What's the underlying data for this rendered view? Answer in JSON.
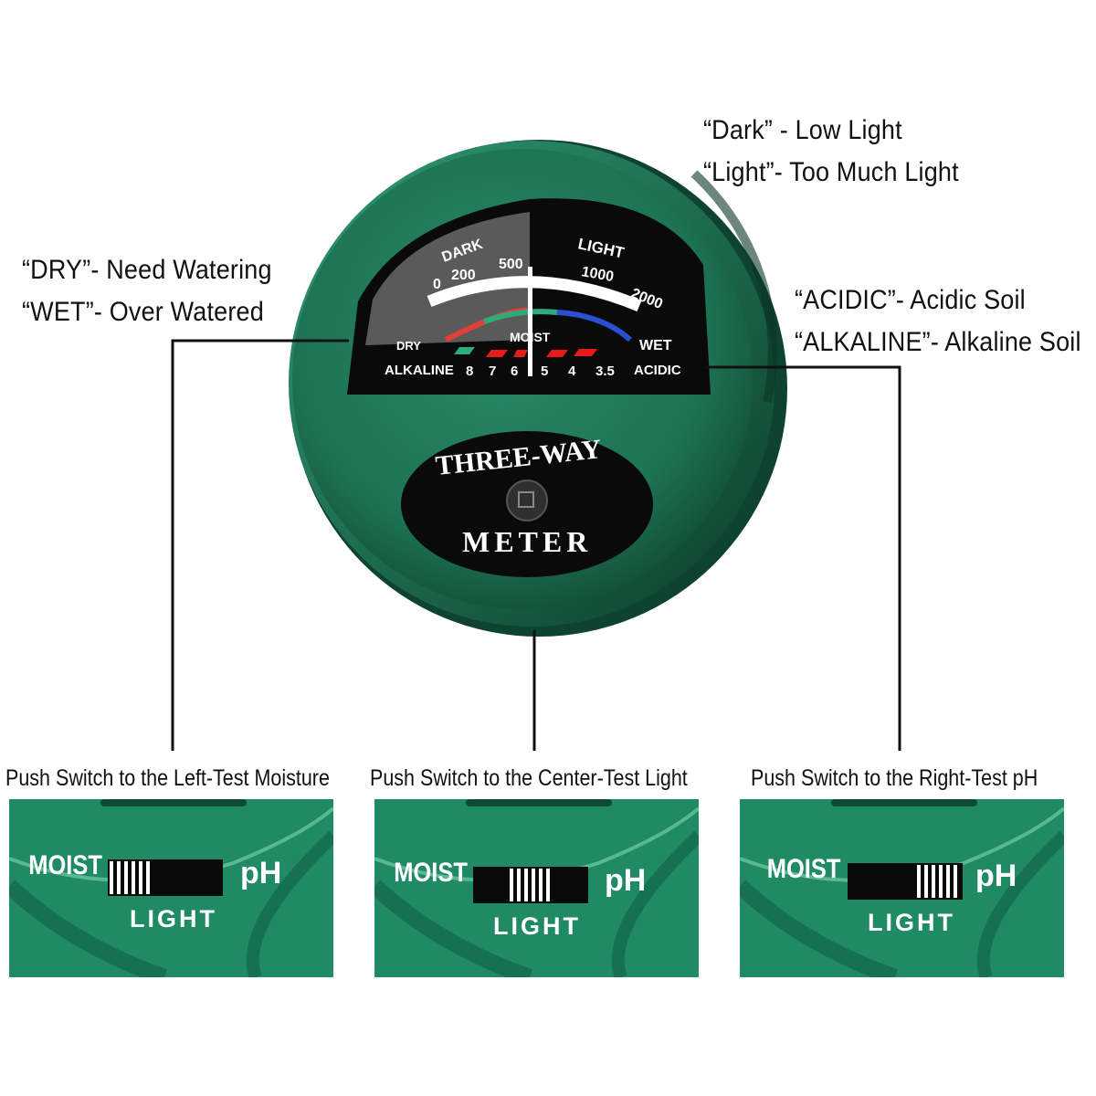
{
  "colors": {
    "body_green": "#1e7a5a",
    "dark_green": "#0f4a34",
    "dial_black": "#0a0a0a",
    "dial_gray": "#5a5a5a",
    "moist_red": "#e0403a",
    "moist_green": "#2faa7a",
    "moist_blue": "#2a4fd0",
    "ph_red": "#e81a1a"
  },
  "callouts": {
    "light_dark": "“Dark” - Low Light",
    "light_light": "“Light”- Too Much Light",
    "moist_dry": "“DRY”- Need Watering",
    "moist_wet": "“WET”- Over Watered",
    "ph_acidic": "“ACIDIC”- Acidic Soil",
    "ph_alkaline": "“ALKALINE”- Alkaline Soil"
  },
  "dial": {
    "dark": "DARK",
    "light": "LIGHT",
    "light_ticks": [
      "0",
      "200",
      "500",
      "1000",
      "2000"
    ],
    "dry": "DRY",
    "moist": "MOIST",
    "wet": "WET",
    "alkaline": "ALKALINE",
    "acidic": "ACIDIC",
    "ph_ticks": [
      "8",
      "7",
      "6",
      "5",
      "4",
      "3.5"
    ]
  },
  "badge": {
    "top": "THREE-WAY",
    "bottom": "METER"
  },
  "panels": [
    {
      "caption": "Push Switch to the Left-Test Moisture",
      "moist": "MOIST",
      "ph": "pH",
      "light": "LIGHT",
      "position": "left"
    },
    {
      "caption": "Push Switch to the Center-Test Light",
      "moist": "MOIST",
      "ph": "pH",
      "light": "LIGHT",
      "position": "center"
    },
    {
      "caption": "Push Switch to the Right-Test pH",
      "moist": "MOIST",
      "ph": "pH",
      "light": "LIGHT",
      "position": "right"
    }
  ]
}
